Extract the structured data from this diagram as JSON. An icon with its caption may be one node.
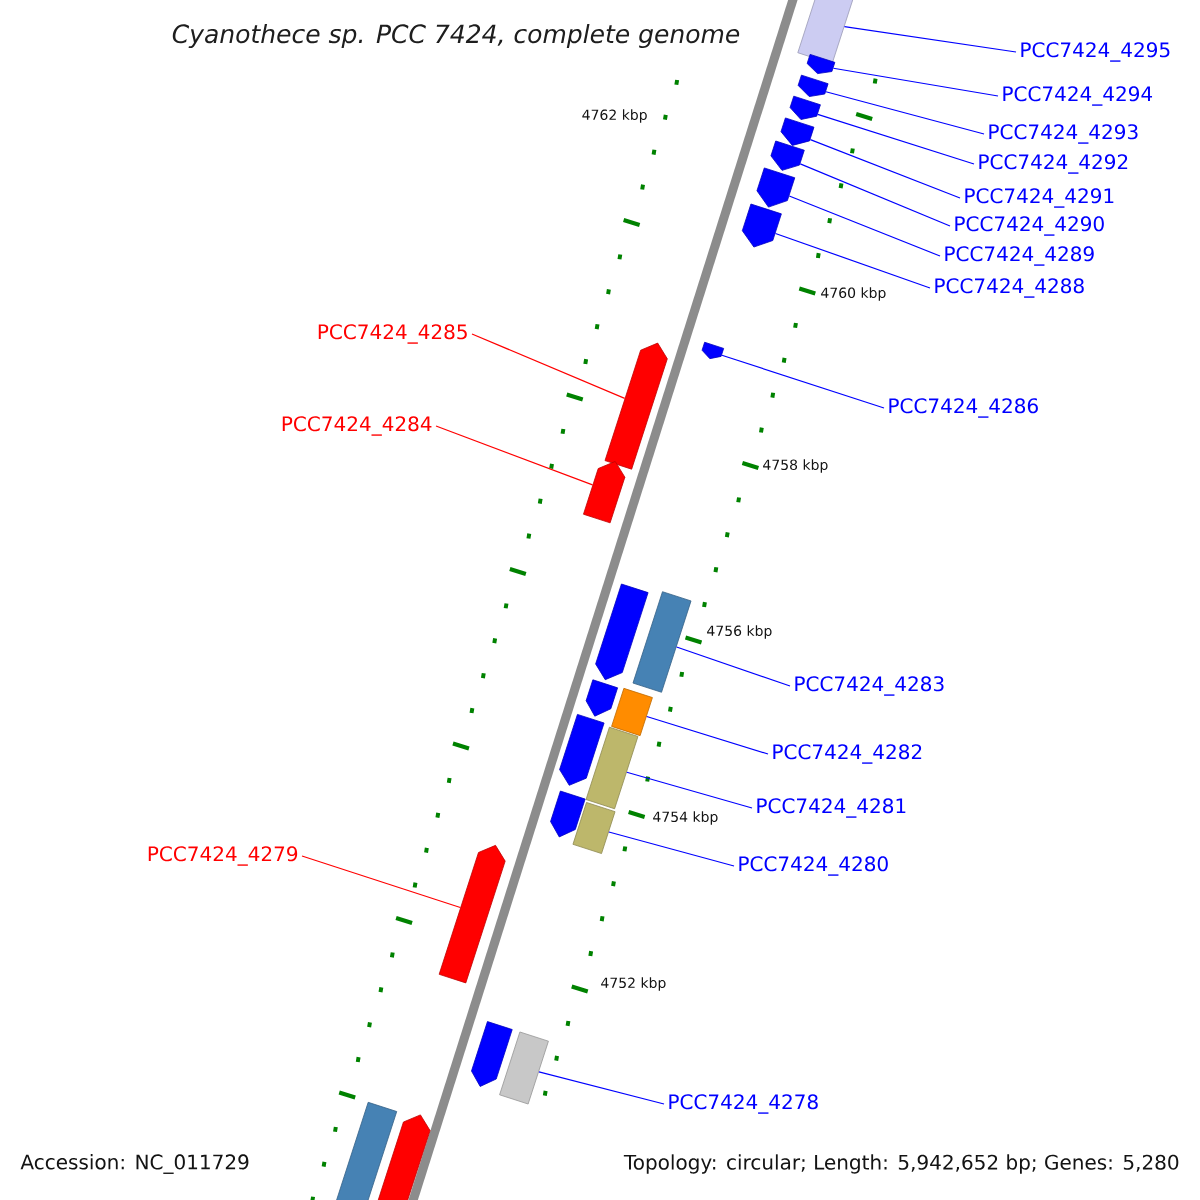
{
  "diagram": {
    "title": "Cyanothece sp. PCC 7424, complete genome",
    "nodes": [
      {
        "text": [
          "PCC7424_4295"
        ]
      },
      {
        "text": [
          "PCC7424_4294"
        ]
      },
      {
        "text": [
          "PCC7424_4293"
        ]
      },
      {
        "text": [
          "PCC7424_4292"
        ]
      },
      {
        "text": [
          "PCC7424_4291"
        ]
      },
      {
        "text": [
          "PCC7424_4290"
        ]
      },
      {
        "text": [
          "PCC7424_4289"
        ]
      },
      {
        "text": [
          "PCC7424_4288"
        ]
      },
      {
        "text": [
          "PCC7424_4285"
        ]
      },
      {
        "text": [
          "PCC7424_4286"
        ]
      },
      {
        "text": [
          "PCC7424_4284"
        ]
      },
      {
        "text": [
          "PCC7424_4283"
        ]
      },
      {
        "text": [
          "PCC7424_4282"
        ]
      },
      {
        "text": [
          "PCC7424_4281"
        ]
      },
      {
        "text": [
          "PCC7424_4280"
        ]
      },
      {
        "text": [
          "PCC7424_4279"
        ]
      },
      {
        "text": [
          "PCC7424_4278"
        ]
      },
      {
        "text": [],
        "shape": "box"
      },
      {
        "text": [],
        "shape": "pentagon"
      },
      {
        "text": [],
        "shape": "pentagon"
      },
      {
        "text": [],
        "shape": "pentagon"
      },
      {
        "text": [],
        "shape": "pentagon"
      },
      {
        "text": [],
        "shape": "pentagon"
      },
      {
        "text": [],
        "shape": "pentagon"
      },
      {
        "text": [],
        "shape": "pentagon"
      },
      {
        "text": [],
        "shape": "pentagon"
      },
      {
        "text": [],
        "shape": "pentagon"
      },
      {
        "text": [],
        "shape": "pentagon"
      },
      {
        "text": [],
        "shape": "pentagon"
      },
      {
        "text": [],
        "shape": "box"
      },
      {
        "text": [],
        "shape": "pentagon"
      },
      {
        "text": [],
        "shape": "box"
      },
      {
        "text": [],
        "shape": "pentagon"
      },
      {
        "text": [],
        "shape": "box"
      },
      {
        "text": [],
        "shape": "pentagon"
      },
      {
        "text": [],
        "shape": "box"
      },
      {
        "text": [],
        "shape": "pentagon"
      },
      {
        "text": [],
        "shape": "pentagon"
      },
      {
        "text": [],
        "shape": "box"
      },
      {
        "text": [],
        "shape": "box"
      },
      {
        "text": [],
        "shape": "pentagon"
      }
    ],
    "edges": [
      {
        "from": 0,
        "to": 17,
        "arrow": "none"
      },
      {
        "from": 1,
        "to": 18,
        "arrow": "none"
      },
      {
        "from": 2,
        "to": 19,
        "arrow": "none"
      },
      {
        "from": 3,
        "to": 20,
        "arrow": "none"
      },
      {
        "from": 4,
        "to": 21,
        "arrow": "none"
      },
      {
        "from": 5,
        "to": 22,
        "arrow": "none"
      },
      {
        "from": 6,
        "to": 23,
        "arrow": "none"
      },
      {
        "from": 7,
        "to": 24,
        "arrow": "none"
      },
      {
        "from": 8,
        "to": 26,
        "arrow": "none",
        "color": "#ff0000"
      },
      {
        "from": 9,
        "to": 25,
        "arrow": "none"
      },
      {
        "from": 10,
        "to": 27,
        "arrow": "none",
        "color": "#ff0000"
      },
      {
        "from": 11,
        "to": 29,
        "arrow": "none"
      },
      {
        "from": 12,
        "to": 31,
        "arrow": "none"
      },
      {
        "from": 13,
        "to": 33,
        "arrow": "none"
      },
      {
        "from": 14,
        "to": 35,
        "arrow": "none"
      },
      {
        "from": 15,
        "to": 36,
        "arrow": "none",
        "color": "#ff0000"
      },
      {
        "from": 16,
        "to": 38,
        "arrow": "none"
      }
    ],
    "labels": [
      "4762 kbp",
      "4760 kbp",
      "4758 kbp",
      "4756 kbp",
      "4754 kbp",
      "4752 kbp",
      "Accession: NC_011729",
      "Topology: circular; Length: 5,942,652 bp; Genes: 5,280"
    ]
  }
}
